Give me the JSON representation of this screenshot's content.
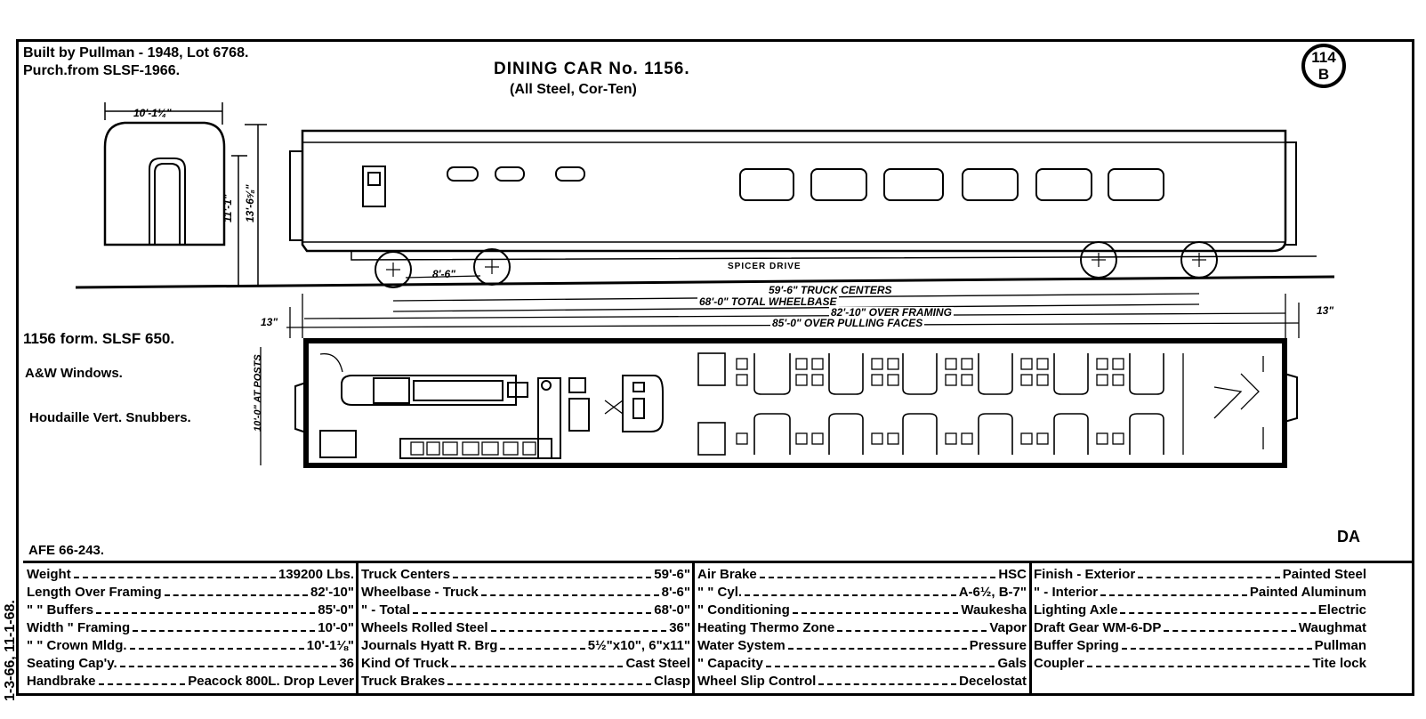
{
  "header": {
    "built": "Built by Pullman - 1948, Lot 6768.",
    "purchased": "Purch.from SLSF-1966.",
    "title": "DINING CAR No. 1156.",
    "subtitle": "(All Steel, Cor-Ten)",
    "badge_top": "114",
    "badge_bottom": "B"
  },
  "notes": {
    "former": "1156 form. SLSF 650.",
    "windows": "A&W Windows.",
    "snubbers": "Houdaille Vert. Snubbers.",
    "afe": "AFE 66-243.",
    "code": "DA",
    "side_dates": "1-3-66, 11-1-68."
  },
  "dimensions": {
    "end_width": "10'-1¼\"",
    "height_rail": "11'-1\"",
    "height_total": "13'-6⅝\"",
    "truck_wheelbase": "8'-6\"",
    "truck_centers": "59'-6\" TRUCK CENTERS",
    "total_wheelbase": "68'-0\" TOTAL WHEELBASE",
    "over_framing": "82'-10\" OVER FRAMING",
    "over_pulling": "85'-0\" OVER PULLING FACES",
    "end_left": "13\"",
    "end_right": "13\"",
    "interior_width": "10'-0\" AT POSTS",
    "drive": "SPICER DRIVE"
  },
  "specs": {
    "col1": [
      {
        "label": "Weight",
        "value": "139200 Lbs."
      },
      {
        "label": "Length Over Framing",
        "value": "82'-10\""
      },
      {
        "label": "\"     \"   Buffers",
        "value": "85'-0\""
      },
      {
        "label": "Width   \"   Framing",
        "value": "10'-0\""
      },
      {
        "label": "\"    \"   Crown Mldg.",
        "value": "10'-1⅛\""
      },
      {
        "label": "Seating Cap'y.",
        "value": "36"
      },
      {
        "label": "Handbrake",
        "value": "Peacock 800L. Drop Lever"
      }
    ],
    "col2": [
      {
        "label": "Truck Centers",
        "value": "59'-6\""
      },
      {
        "label": "Wheelbase - Truck",
        "value": "8'-6\""
      },
      {
        "label": "\"      - Total",
        "value": "68'-0\""
      },
      {
        "label": "Wheels    Rolled Steel",
        "value": "36\""
      },
      {
        "label": "Journals   Hyatt R. Brg",
        "value": "5½\"x10\", 6\"x11\""
      },
      {
        "label": "Kind Of Truck",
        "value": "Cast Steel"
      },
      {
        "label": "Truck Brakes",
        "value": "Clasp"
      }
    ],
    "col3": [
      {
        "label": "Air Brake",
        "value": "HSC"
      },
      {
        "label": "\"   \"    Cyl.",
        "value": "A-6½, B-7\""
      },
      {
        "label": "\" Conditioning",
        "value": "Waukesha"
      },
      {
        "label": "Heating   Thermo Zone",
        "value": "Vapor"
      },
      {
        "label": "Water System",
        "value": "Pressure"
      },
      {
        "label": "\"  Capacity",
        "value": "Gals"
      },
      {
        "label": "Wheel Slip Control",
        "value": "Decelostat"
      }
    ],
    "col4": [
      {
        "label": "Finish - Exterior",
        "value": "Painted Steel"
      },
      {
        "label": "\"   - Interior",
        "value": "Painted Aluminum"
      },
      {
        "label": "Lighting      Axle",
        "value": "Electric"
      },
      {
        "label": "Draft Gear   WM-6-DP",
        "value": "Waughmat"
      },
      {
        "label": "Buffer      Spring",
        "value": "Pullman"
      },
      {
        "label": "Coupler",
        "value": "Tite lock"
      }
    ]
  }
}
